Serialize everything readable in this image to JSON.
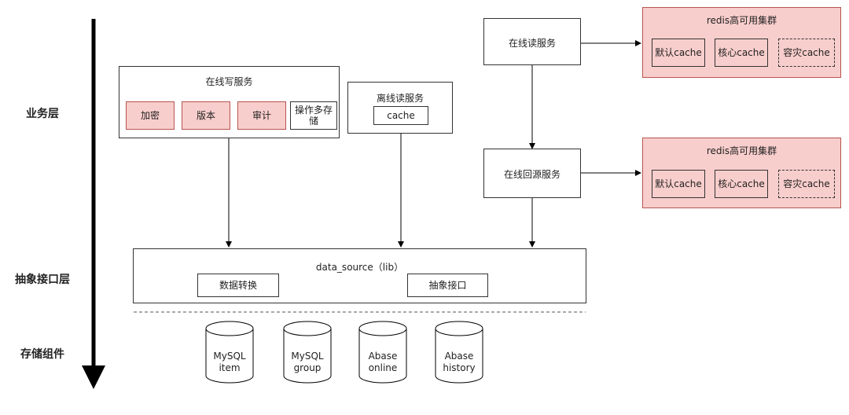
{
  "layers": {
    "business": "业务层",
    "abstract": "抽象接口层",
    "storage": "存储组件"
  },
  "online_write": {
    "title": "在线写服务",
    "items": [
      "加密",
      "版本",
      "审计",
      "操作多存储"
    ]
  },
  "offline_read": {
    "title": "离线读服务",
    "cache": "cache"
  },
  "online_read": {
    "title": "在线读服务"
  },
  "online_origin": {
    "title": "在线回源服务"
  },
  "redis_cluster_1": {
    "title": "redis高可用集群",
    "items": [
      "默认cache",
      "核心cache",
      "容灾cache"
    ]
  },
  "redis_cluster_2": {
    "title": "redis高可用集群",
    "items": [
      "默认cache",
      "核心cache",
      "容灾cache"
    ]
  },
  "data_source": {
    "title": "data_source（lib）",
    "items": [
      "数据转换",
      "抽象接口"
    ]
  },
  "storage": [
    {
      "line1": "MySQL",
      "line2": "item"
    },
    {
      "line1": "MySQL",
      "line2": "group"
    },
    {
      "line1": "Abase",
      "line2": "online"
    },
    {
      "line1": "Abase",
      "line2": "history"
    }
  ],
  "colors": {
    "pink_fill": "#f8cecc",
    "pink_border": "#b85450",
    "line": "#000000"
  }
}
